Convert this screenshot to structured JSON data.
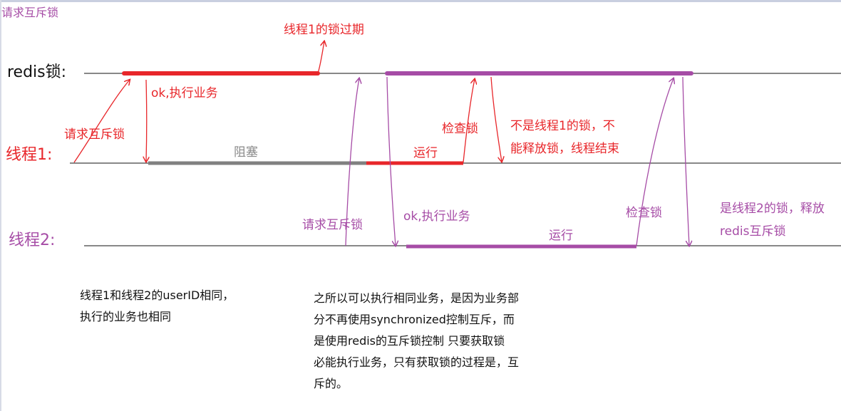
{
  "header": {
    "title": "请求互斥锁"
  },
  "timelines": {
    "redis_label": "redis锁:",
    "thread1_label": "线程1:",
    "thread2_label": "线程2:"
  },
  "annotations": {
    "thread1_lock_expired": "线程1的锁过期",
    "ok_execute_1": "ok,执行业务",
    "request_lock_1": "请求互斥锁",
    "blocked": "阻塞",
    "running_1": "运行",
    "check_lock_1": "检查锁",
    "not_thread1_lock_line1": "不是线程1的锁，不",
    "not_thread1_lock_line2": "能释放锁，线程结束",
    "request_lock_2": "请求互斥锁",
    "ok_execute_2": "ok,执行业务",
    "running_2": "运行",
    "check_lock_2": "检查锁",
    "is_thread2_lock_line1": "是线程2的锁，释放",
    "is_thread2_lock_line2": "redis互斥锁"
  },
  "notes": {
    "left": [
      "线程1和线程2的userID相同，",
      "执行的业务也相同"
    ],
    "right": [
      "之所以可以执行相同业务，是因为业务部",
      "分不再使用synchronized控制互斥，而",
      "是使用redis的互斥锁控制 只要获取锁",
      "必能执行业务，只有获取锁的过程是，互",
      "斥的。"
    ]
  },
  "colors": {
    "red": "#e8262a",
    "purple": "#a64ca6",
    "gray": "#808080",
    "line": "#111111"
  }
}
